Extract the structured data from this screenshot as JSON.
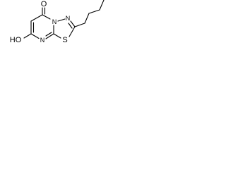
{
  "molecule": {
    "atoms": {
      "carbonyl_oxygen": "O",
      "ring_nitrogen_bridge": "N",
      "ring_nitrogen_pyrimidine": "N",
      "ring_nitrogen_thiadiazole": "N",
      "ring_sulfur": "S",
      "hydroxyl": "HO"
    },
    "colors": {
      "bond": "#000000",
      "label": "#000000",
      "background": "#ffffff"
    }
  }
}
